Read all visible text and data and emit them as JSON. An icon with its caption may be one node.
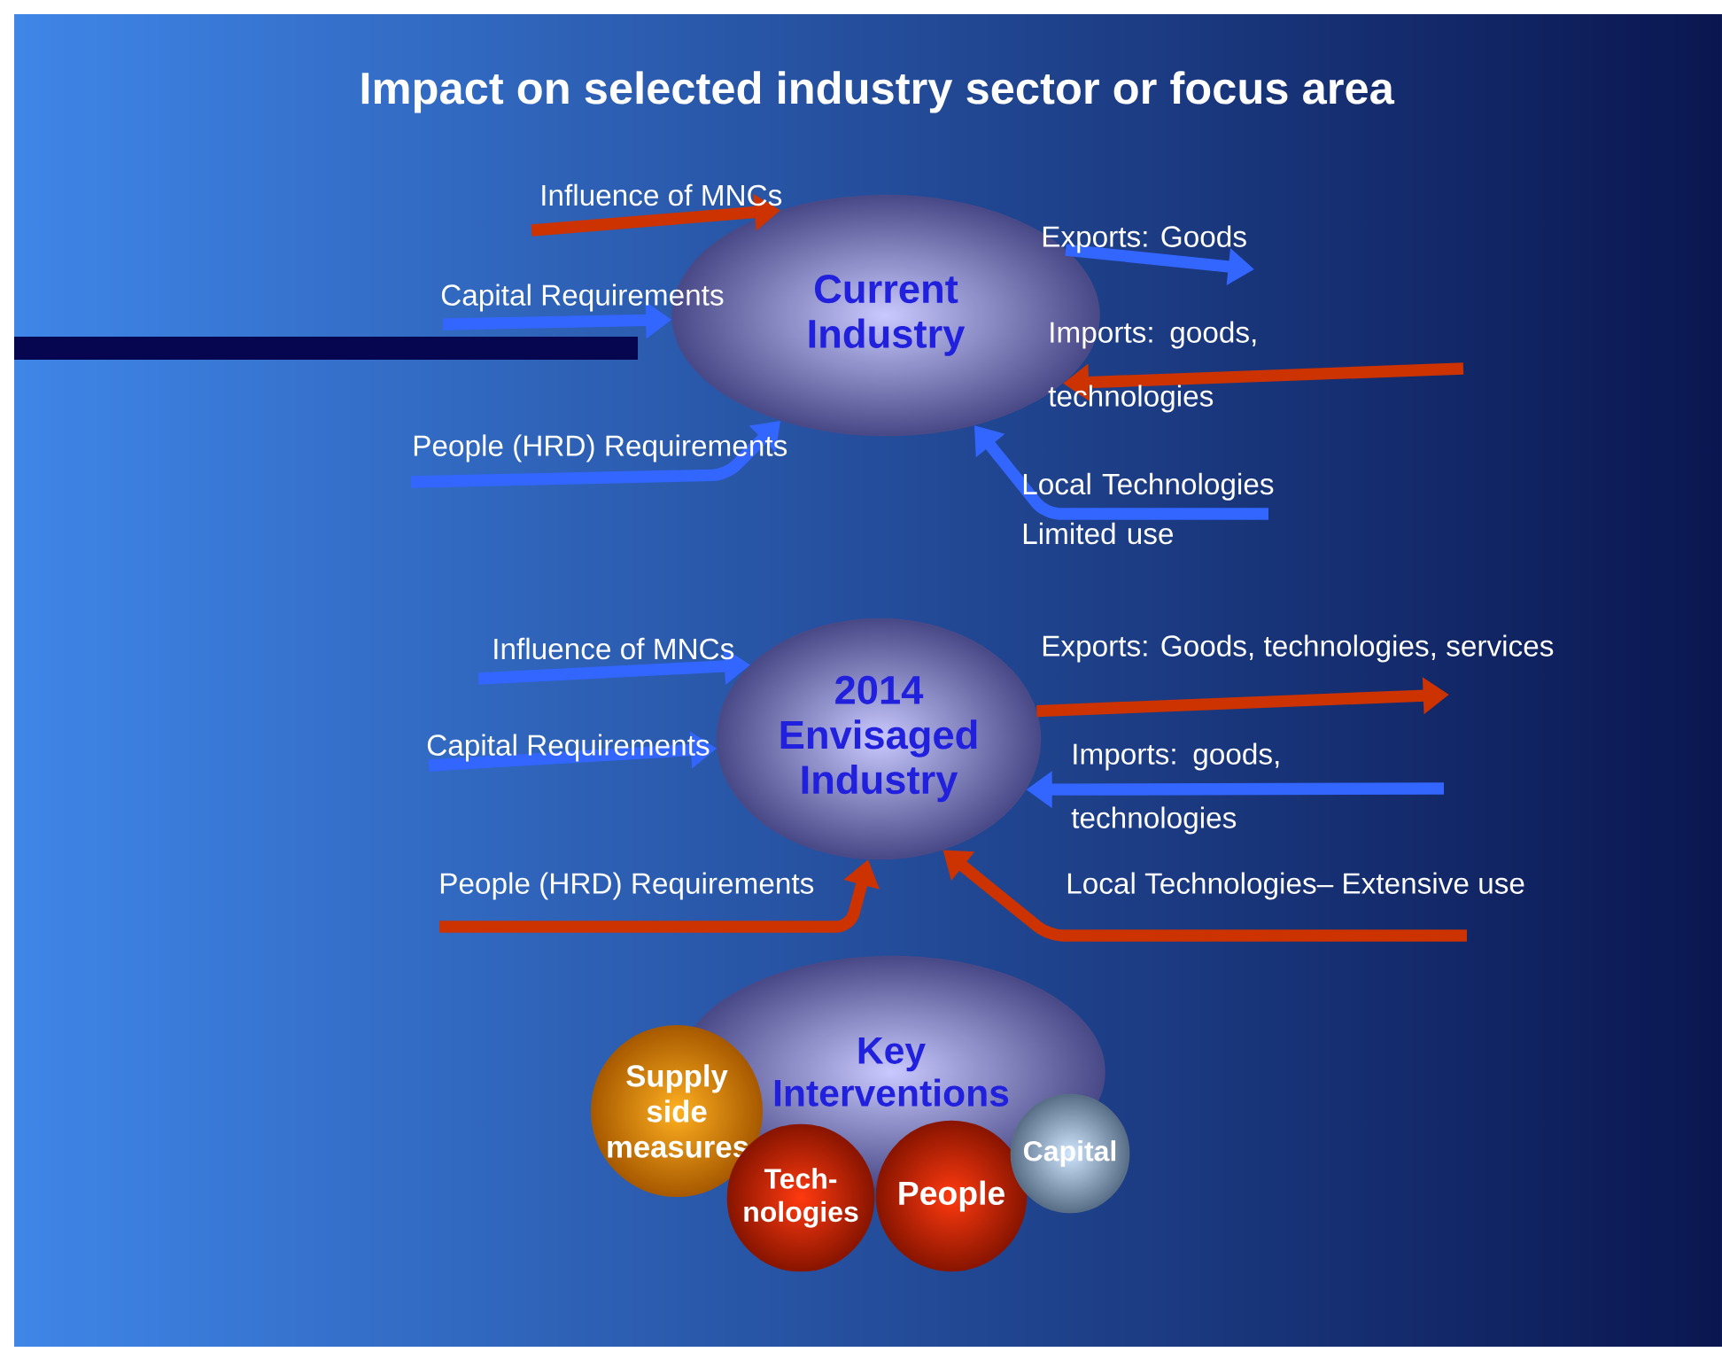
{
  "diagram": {
    "title": "Impact on selected industry sector or focus area",
    "nodes": [
      {
        "text": [
          "Current Industry"
        ]
      },
      {
        "text": [
          "2014 Envisaged Industry"
        ]
      },
      {
        "text": [
          "Key Interventions"
        ]
      },
      {
        "text": [
          "Supply side measures"
        ]
      },
      {
        "text": [
          "Tech- nologies"
        ]
      },
      {
        "text": [
          "People"
        ]
      },
      {
        "text": [
          "Capital"
        ]
      }
    ],
    "edges": [
      {
        "from": null,
        "to": 0,
        "arrow": "to",
        "label": "Influence of MNCs",
        "color": "#cc3300"
      },
      {
        "from": null,
        "to": 0,
        "arrow": "to",
        "label": "Capital Requirements"
      },
      {
        "from": null,
        "to": 0,
        "arrow": "to",
        "label": "People (HRD) Requirements"
      },
      {
        "from": 0,
        "to": null,
        "arrow": "to",
        "label": "Exports: Goods"
      },
      {
        "from": null,
        "to": 0,
        "arrow": "to",
        "label": "Imports: goods, technologies",
        "color": "#cc3300"
      },
      {
        "from": null,
        "to": 0,
        "arrow": "to",
        "label": "Local Technologies Limited use"
      },
      {
        "from": null,
        "to": 1,
        "arrow": "to",
        "label": "Influence of MNCs"
      },
      {
        "from": null,
        "to": 1,
        "arrow": "to",
        "label": "Capital Requirements"
      },
      {
        "from": null,
        "to": 1,
        "arrow": "to",
        "label": "People (HRD) Requirements",
        "color": "#cc3300"
      },
      {
        "from": 1,
        "to": null,
        "arrow": "to",
        "label": "Exports: Goods, technologies, services",
        "color": "#cc3300"
      },
      {
        "from": null,
        "to": 1,
        "arrow": "to",
        "label": "Imports: goods, technologies"
      },
      {
        "from": null,
        "to": 1,
        "arrow": "to",
        "label": "Local Technologies– Extensive use",
        "color": "#cc3300"
      }
    ]
  }
}
